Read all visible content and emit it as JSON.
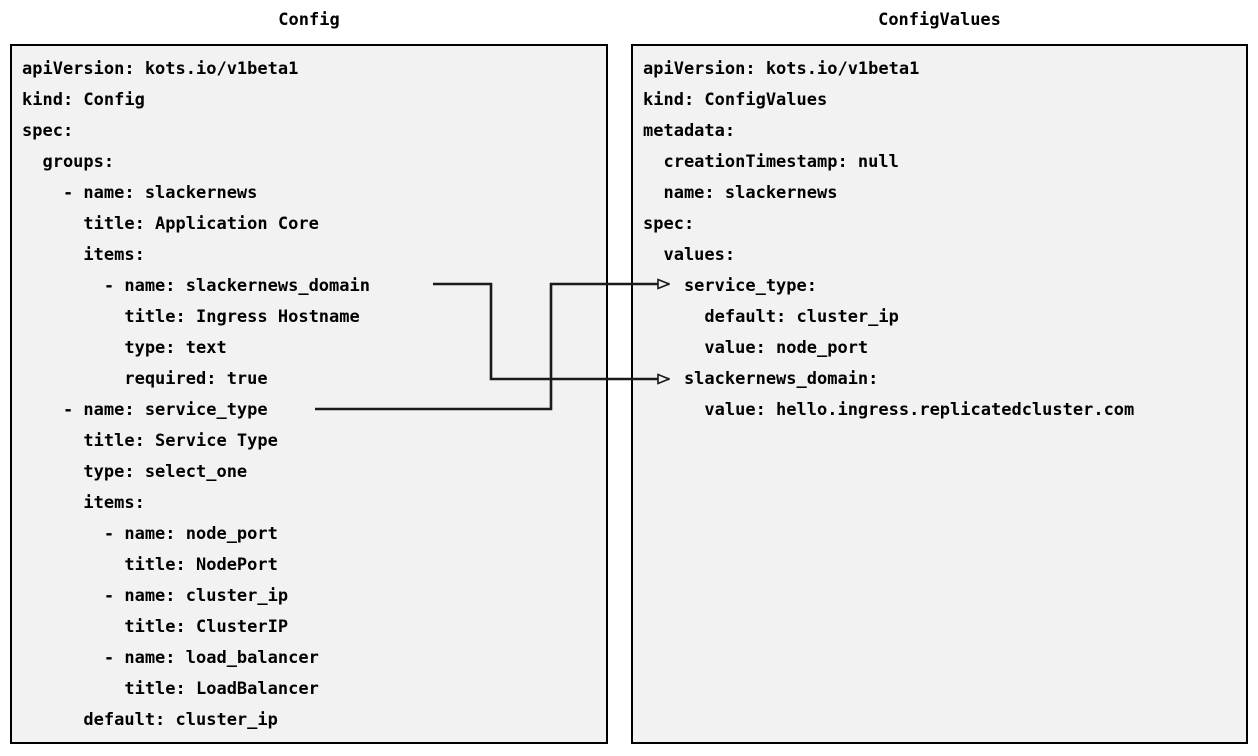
{
  "panels": {
    "config": {
      "title": "Config",
      "lines": [
        "apiVersion: kots.io/v1beta1",
        "kind: Config",
        "spec:",
        "  groups:",
        "    - name: slackernews",
        "      title: Application Core",
        "      items:",
        "        - name: slackernews_domain",
        "          title: Ingress Hostname",
        "          type: text",
        "          required: true",
        "    - name: service_type",
        "      title: Service Type",
        "      type: select_one",
        "      items:",
        "        - name: node_port",
        "          title: NodePort",
        "        - name: cluster_ip",
        "          title: ClusterIP",
        "        - name: load_balancer",
        "          title: LoadBalancer",
        "      default: cluster_ip"
      ]
    },
    "values": {
      "title": "ConfigValues",
      "lines": [
        "apiVersion: kots.io/v1beta1",
        "kind: ConfigValues",
        "metadata:",
        "  creationTimestamp: null",
        "  name: slackernews",
        "spec:",
        "  values:",
        "    service_type:",
        "      default: cluster_ip",
        "      value: node_port",
        "    slackernews_domain:",
        "      value: hello.ingress.replicatedcluster.com"
      ]
    }
  },
  "connectors": [
    {
      "name": "slackernews-domain-connector",
      "from_label": "slackernews_domain",
      "to_label": "slackernews_domain:",
      "arrow": "open-triangle-right"
    },
    {
      "name": "service-type-connector",
      "from_label": "service_type",
      "to_label": "service_type:",
      "arrow": "open-triangle-right"
    }
  ],
  "colors": {
    "panel_background": "#f2f2f2",
    "panel_border": "#000000",
    "page_background": "#ffffff",
    "text": "#000000",
    "connector": "#1a1a1a"
  }
}
